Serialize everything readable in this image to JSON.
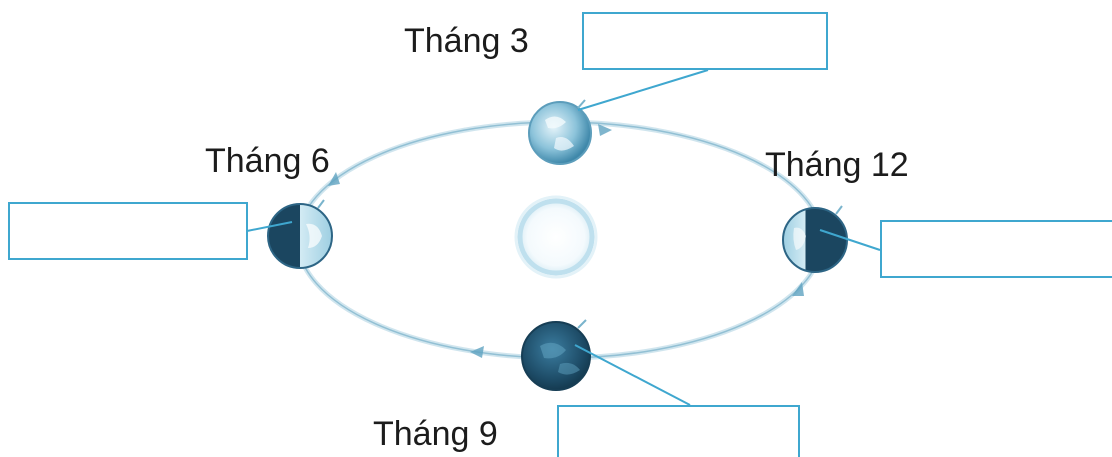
{
  "labels": {
    "march": "Tháng 3",
    "june": "Tháng 6",
    "december": "Tháng 12",
    "september": "Tháng 9"
  },
  "answer_boxes": {
    "march": "",
    "june": "",
    "december": "",
    "september": ""
  },
  "colors": {
    "orbit": "#9cc9da",
    "leader_line": "#3fa7cf",
    "box_border": "#3fa7cf",
    "earth_dark": "#1f4e68",
    "earth_light": "#cfe8f2",
    "sun_ring": "#bfe0ee",
    "label_text": "#1c1c1c"
  },
  "icons": {
    "sun": "sun-icon",
    "earth": "earth-icon"
  }
}
